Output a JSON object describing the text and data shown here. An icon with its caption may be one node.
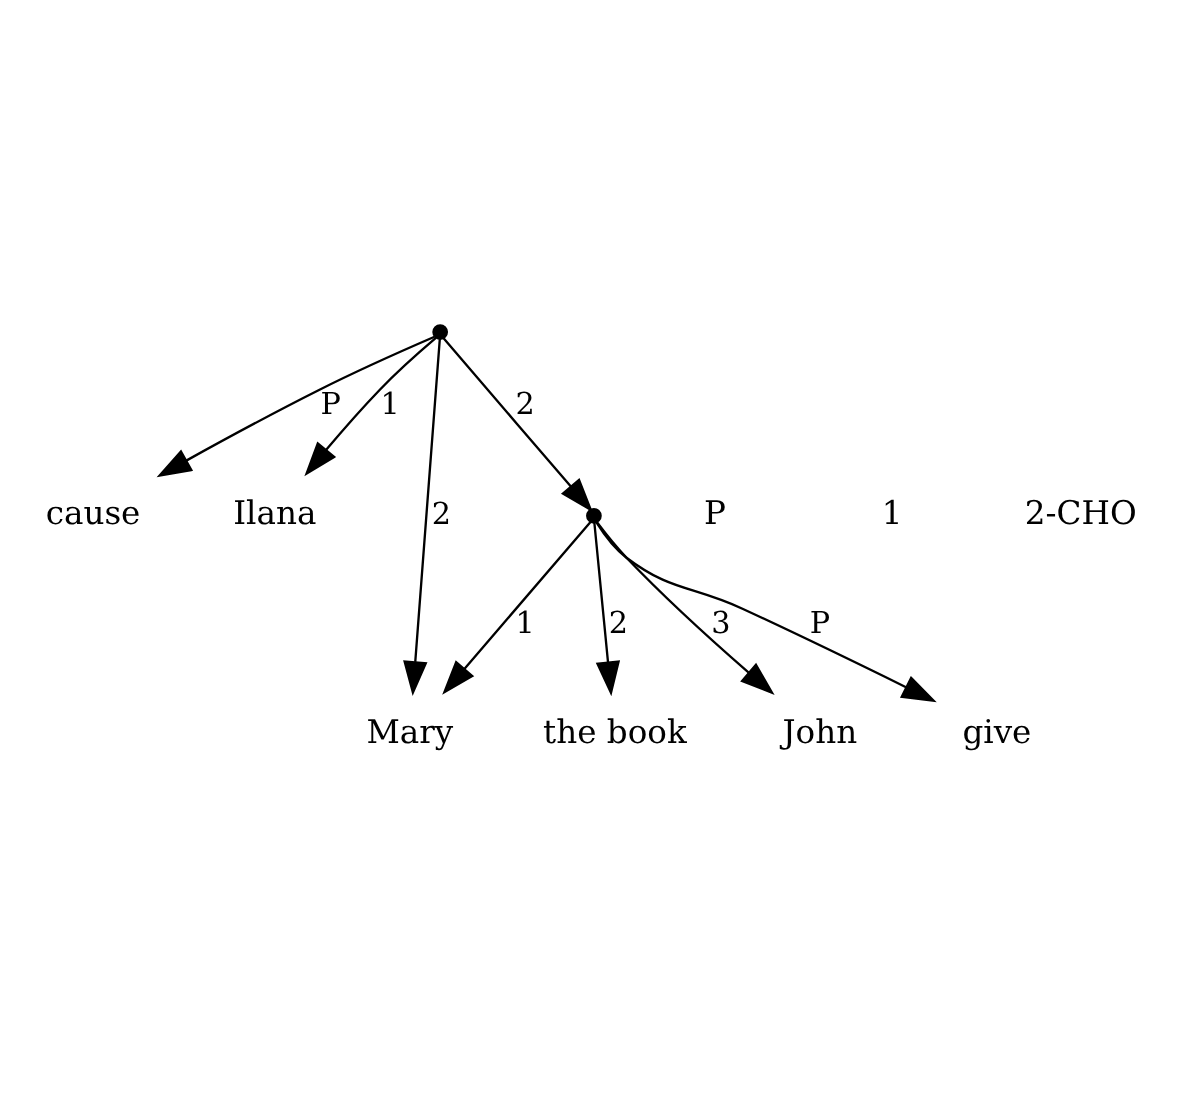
{
  "diagram": {
    "nodes": [
      {
        "text": [],
        "shape": "point"
      },
      {
        "text": [
          "cause"
        ]
      },
      {
        "text": [
          "Ilana"
        ]
      },
      {
        "text": [],
        "shape": "point"
      },
      {
        "text": [
          "give"
        ]
      },
      {
        "text": [
          "Mary"
        ]
      },
      {
        "text": [
          "the book"
        ]
      },
      {
        "text": [
          "John"
        ]
      }
    ],
    "edges": [
      {
        "from": 0,
        "to": 1,
        "arrow": "to",
        "label": "P"
      },
      {
        "from": 0,
        "to": 2,
        "arrow": "to",
        "label": "1"
      },
      {
        "from": 0,
        "to": 3,
        "arrow": "to",
        "label": "2"
      },
      {
        "from": 0,
        "to": 5,
        "arrow": "to",
        "label": "2"
      },
      {
        "from": 3,
        "to": 4,
        "arrow": "to",
        "label": "P"
      },
      {
        "from": 3,
        "to": 5,
        "arrow": "to",
        "label": "1"
      },
      {
        "from": 3,
        "to": 6,
        "arrow": "to",
        "label": "2"
      },
      {
        "from": 3,
        "to": 7,
        "arrow": "to",
        "label": "3"
      }
    ],
    "labels": [
      "P",
      "1",
      "2-CHO"
    ]
  }
}
